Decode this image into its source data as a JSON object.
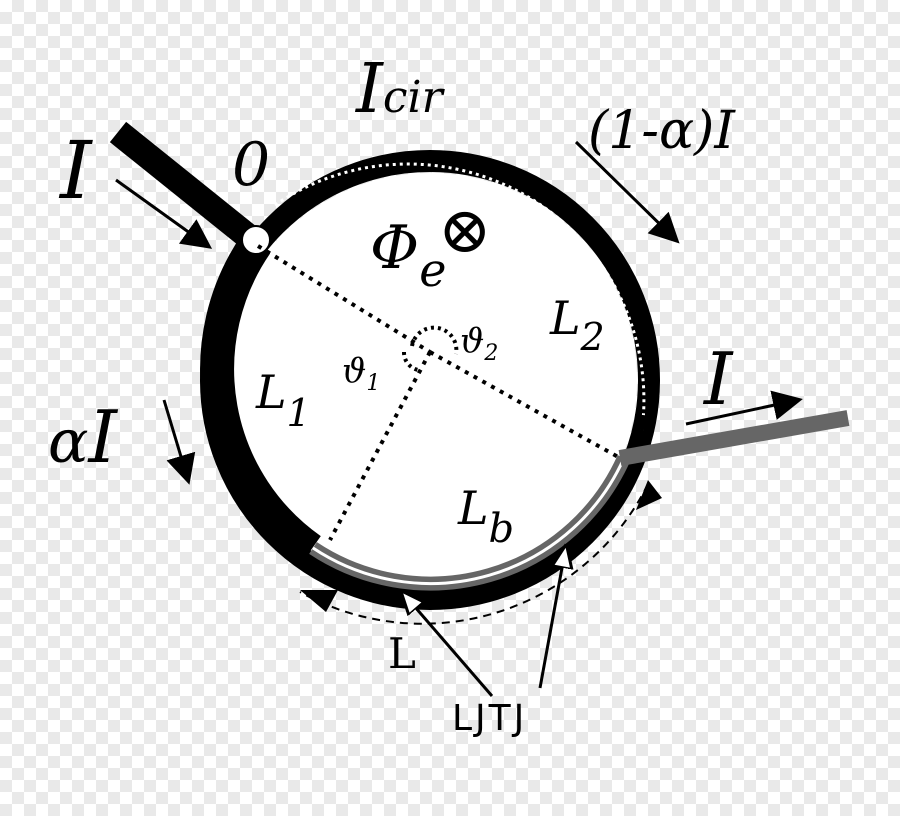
{
  "labels": {
    "current_in": "I",
    "current_out": "I",
    "circulating_main": "I",
    "circulating_sub": "cir",
    "right_branch": "(1-α)I",
    "left_branch_alpha": "α",
    "left_branch_I": "I",
    "node_label": "0",
    "flux_symbol": "Φ",
    "flux_sub": "e",
    "flux_direction": "⊗",
    "theta1": "ϑ",
    "theta1_sub": "1",
    "theta2": "ϑ",
    "theta2_sub": "2",
    "L1": "L",
    "L1_sub": "1",
    "L2": "L",
    "L2_sub": "2",
    "Lb": "L",
    "Lb_sub": "b",
    "L_bottom": "L",
    "junction_label": "LJTJ"
  },
  "colors": {
    "ring": "#000000",
    "junction_strip": "#666666",
    "output_lead": "#666666",
    "text": "#000000"
  }
}
